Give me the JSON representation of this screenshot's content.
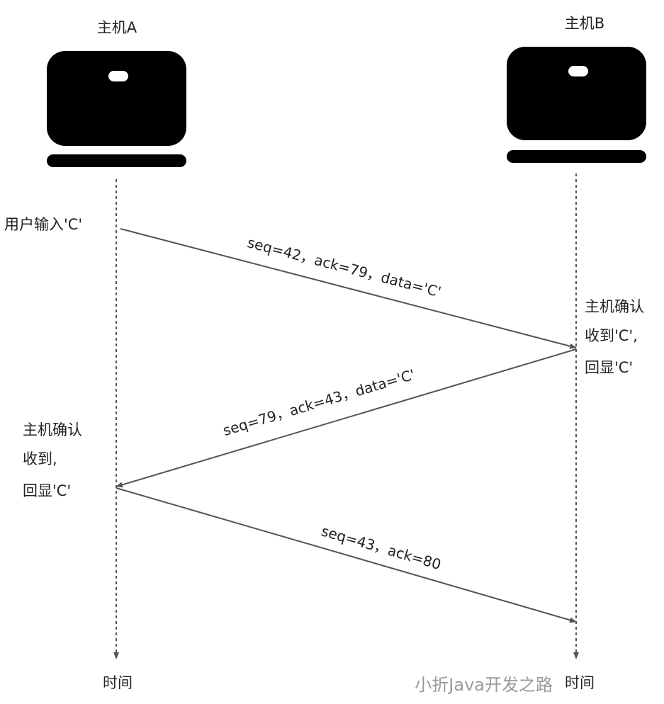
{
  "hosts": {
    "a": {
      "title": "主机A",
      "icon": "computer-icon"
    },
    "b": {
      "title": "主机B",
      "icon": "computer-icon"
    }
  },
  "timeline": {
    "a_label": "时间",
    "b_label": "时间"
  },
  "events": {
    "a_input": "用户输入'C'",
    "b_confirm": [
      "主机确认",
      "收到'C',",
      "回显'C'"
    ],
    "a_confirm": [
      "主机确认",
      "收到,",
      "回显'C'"
    ]
  },
  "messages": [
    {
      "label": "seq=42，ack=79，data='C'",
      "from": "主机A",
      "to": "主机B"
    },
    {
      "label": "seq=79，ack=43，data='C'",
      "from": "主机B",
      "to": "主机A"
    },
    {
      "label": "seq=43，ack=80",
      "from": "主机A",
      "to": "主机B"
    }
  ],
  "watermark": "小折Java开发之路",
  "colors": {
    "line": "#555555",
    "icon": "#000000"
  }
}
